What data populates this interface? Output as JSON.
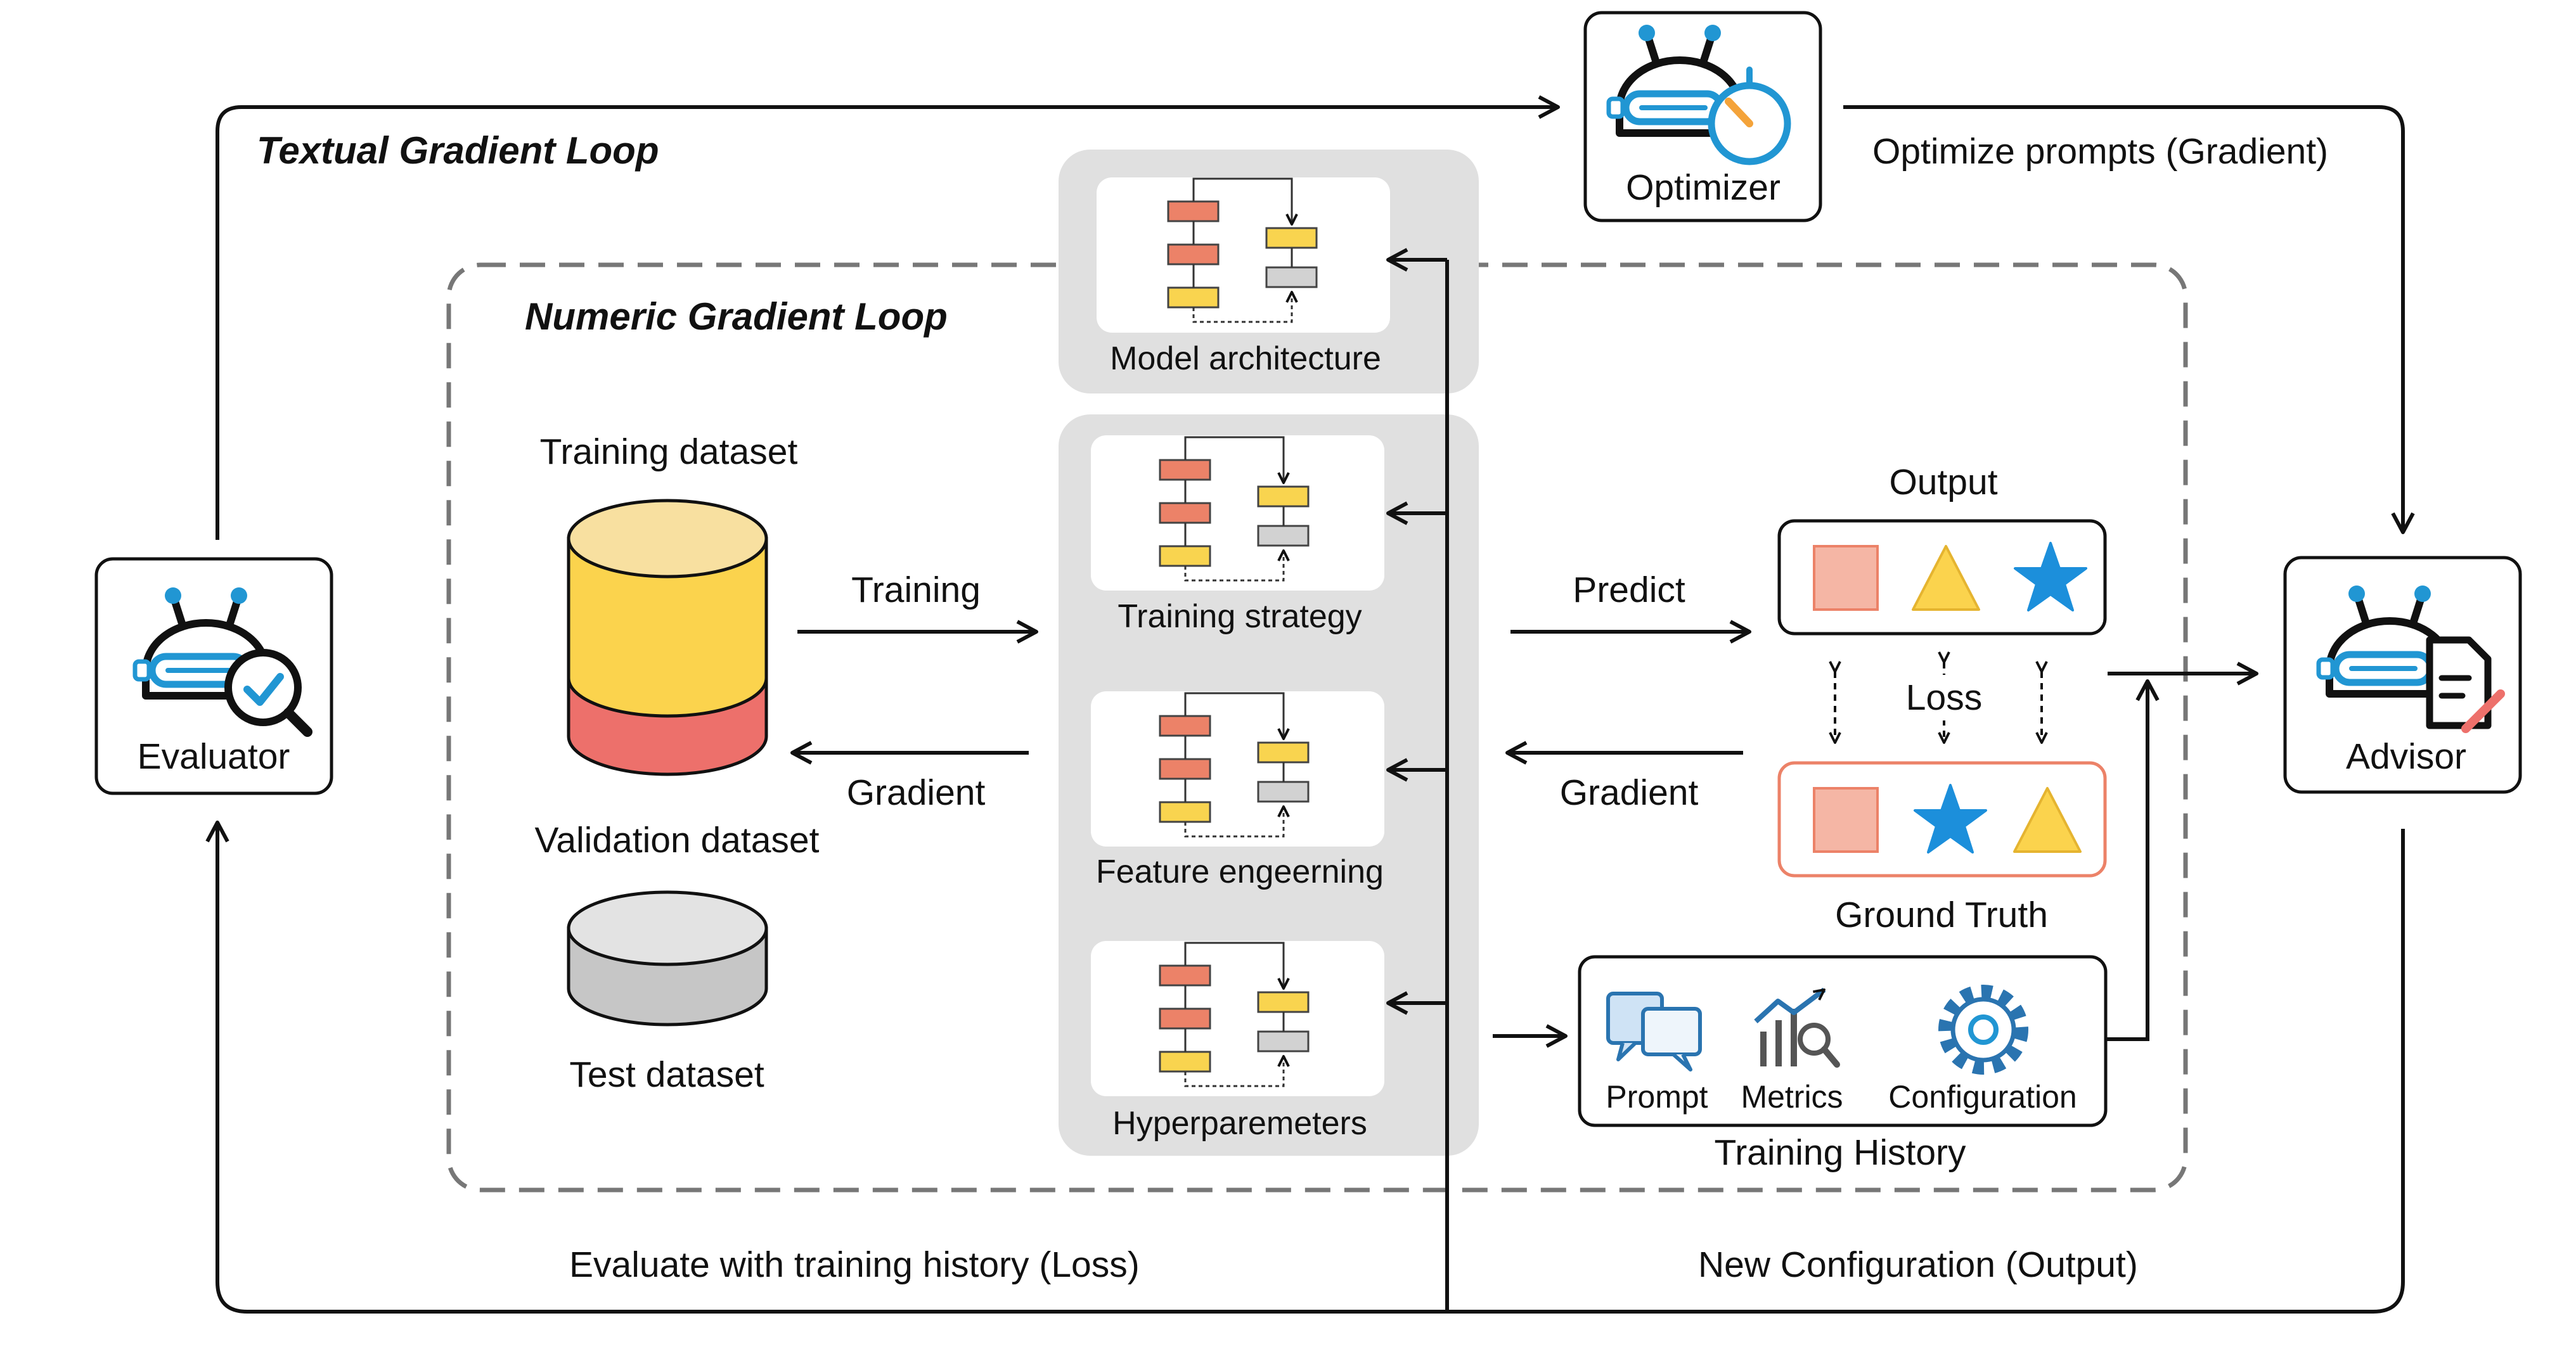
{
  "loops": {
    "textual": "Textual Gradient Loop",
    "numeric": "Numeric Gradient Loop"
  },
  "agents": {
    "optimizer": "Optimizer",
    "evaluator": "Evaluator",
    "advisor": "Advisor"
  },
  "edges": {
    "optimize": "Optimize prompts (Gradient)",
    "evaluate": "Evaluate with training history (Loss)",
    "new_config": "New Configuration (Output)",
    "training": "Training",
    "gradient_left": "Gradient",
    "predict": "Predict",
    "gradient_right": "Gradient",
    "loss": "Loss"
  },
  "datasets": {
    "training": "Training dataset",
    "validation": "Validation dataset",
    "test": "Test dataset"
  },
  "modules": {
    "model_architecture": "Model architecture",
    "training_strategy": "Training strategy",
    "feature_engineering": "Feature engeerning",
    "hyperparameters": "Hyperparemeters"
  },
  "results": {
    "output": "Output",
    "ground_truth": "Ground Truth"
  },
  "history": {
    "title": "Training History",
    "prompt": "Prompt",
    "metrics": "Metrics",
    "configuration": "Configuration"
  },
  "colors": {
    "agent_blue": "#2196d3",
    "yellow": "#fbd34d",
    "light_yellow": "#f8e0a0",
    "salmon": "#ed706b",
    "shape_salmon": "#f5b6a5",
    "star_blue": "#1c8fdb",
    "panel_gray": "#e0e0e0",
    "box_orange": "#ec8268",
    "box_yellow": "#f9d44f",
    "box_gray": "#d2d2d2"
  }
}
